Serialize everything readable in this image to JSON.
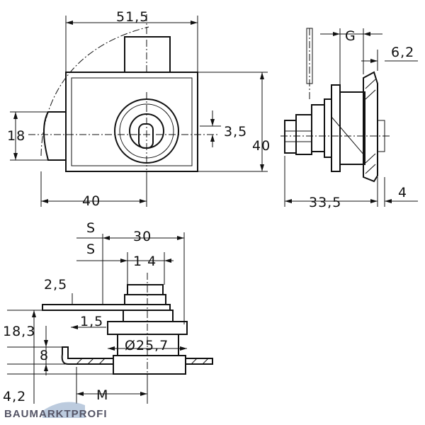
{
  "dimensions": {
    "front_width": "51,5",
    "front_bolt_height": "18",
    "front_offset": "3,5",
    "front_height": "40",
    "front_bottom_width": "40",
    "side_g": "G",
    "side_62": "6,2",
    "side_335": "33,5",
    "side_4": "4",
    "bottom_s1": "S",
    "bottom_s2": "S",
    "bottom_30": "30",
    "bottom_14": "1 4",
    "bottom_25": "2,5",
    "bottom_15": "1,5",
    "bottom_183": "18,3",
    "bottom_8": "8",
    "bottom_257": "Ø25,7",
    "bottom_42": "4,2",
    "bottom_m": "M"
  },
  "watermark": "BAUMARKTPROFI"
}
